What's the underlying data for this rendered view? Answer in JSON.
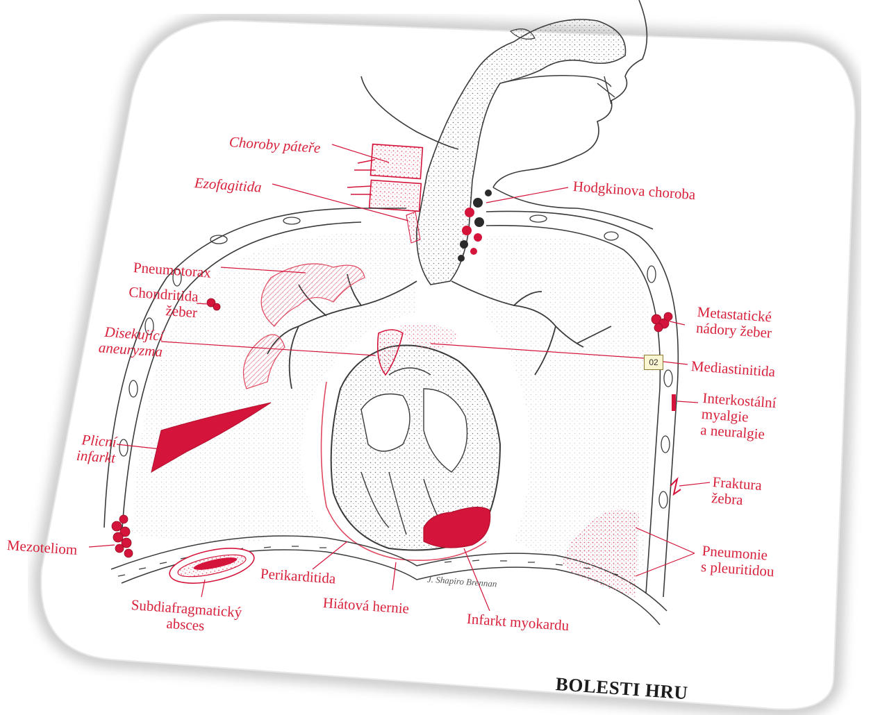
{
  "labels": {
    "choroby_pater": "Choroby páteře",
    "ezofagitida": "Ezofagitida",
    "hodgkin": "Hodgkinova choroba",
    "pneumotorax": "Pneumotorax",
    "chondritida_1": "Chondritida",
    "chondritida_2": "žeber",
    "disekujici_1": "Disekující",
    "disekujici_2": "aneuryzma",
    "metastaticke_1": "Metastatické",
    "metastaticke_2": "nádory žeber",
    "mediastinitida": "Mediastinitida",
    "interkostalni_1": "Interkostální",
    "interkostalni_2": "myalgie",
    "interkostalni_3": "a neuralgie",
    "plicni_1": "Plicní",
    "plicni_2": "infarkt",
    "fraktura_1": "Fraktura",
    "fraktura_2": "žebra",
    "mezoteliom": "Mezoteliom",
    "pneumonie_1": "Pneumonie",
    "pneumonie_2": "s pleuritidou",
    "perikarditida": "Perikarditida",
    "hiatova": "Hiátová hernie",
    "subdiafragmaticky_1": "Subdiafragmatický",
    "subdiafragmaticky_2": "absces",
    "infarkt_myokardu": "Infarkt myokardu"
  },
  "badge": "02",
  "signature": "J. Shapiro Brennan",
  "footer_title": "BOLESTI HRU",
  "colors": {
    "label_red": "#d8213b",
    "lesion_red": "#d4143a",
    "ink": "#3a3a3a"
  }
}
